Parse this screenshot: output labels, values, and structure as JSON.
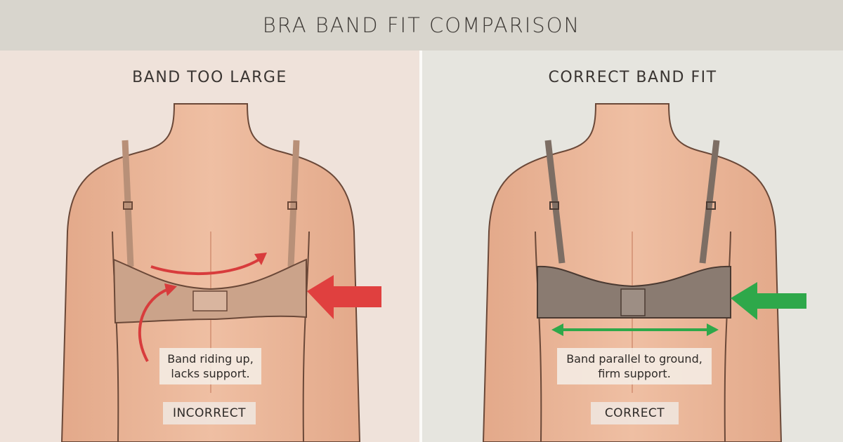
{
  "title": "BRA BAND FIT COMPARISON",
  "colors": {
    "incorrect_arrow": "#e0403f",
    "correct_arrow": "#2ea84a",
    "skin": "#eab497"
  },
  "panels": [
    {
      "title": "BAND TOO LARGE",
      "caption_line1": "Band riding up,",
      "caption_line2": "lacks support.",
      "verdict": "INCORRECT",
      "arrow_icon": "red-arrow-left-icon"
    },
    {
      "title": "CORRECT BAND FIT",
      "caption_line1": "Band parallel to ground,",
      "caption_line2": "firm support.",
      "verdict": "CORRECT",
      "arrow_icon": "green-arrow-left-icon"
    }
  ]
}
